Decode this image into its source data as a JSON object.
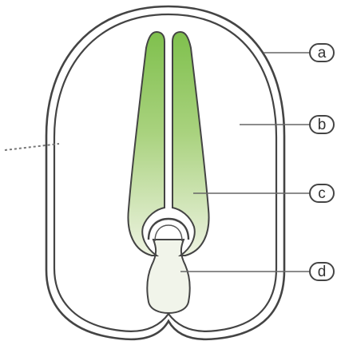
{
  "diagram": {
    "labels": [
      {
        "id": "a",
        "text": "a"
      },
      {
        "id": "b",
        "text": "b"
      },
      {
        "id": "c",
        "text": "c"
      },
      {
        "id": "d",
        "text": "d"
      }
    ]
  },
  "colors": {
    "outline": "#444444",
    "seed_fill": "#ffffff",
    "endosperm_fill": "#ffffff",
    "cotyledon_top": "#7fc04d",
    "cotyledon_bottom": "#eef3e2",
    "axis_fill": "#f1f4ea",
    "leader_line": "#666666",
    "dotted_line": "#777777"
  }
}
